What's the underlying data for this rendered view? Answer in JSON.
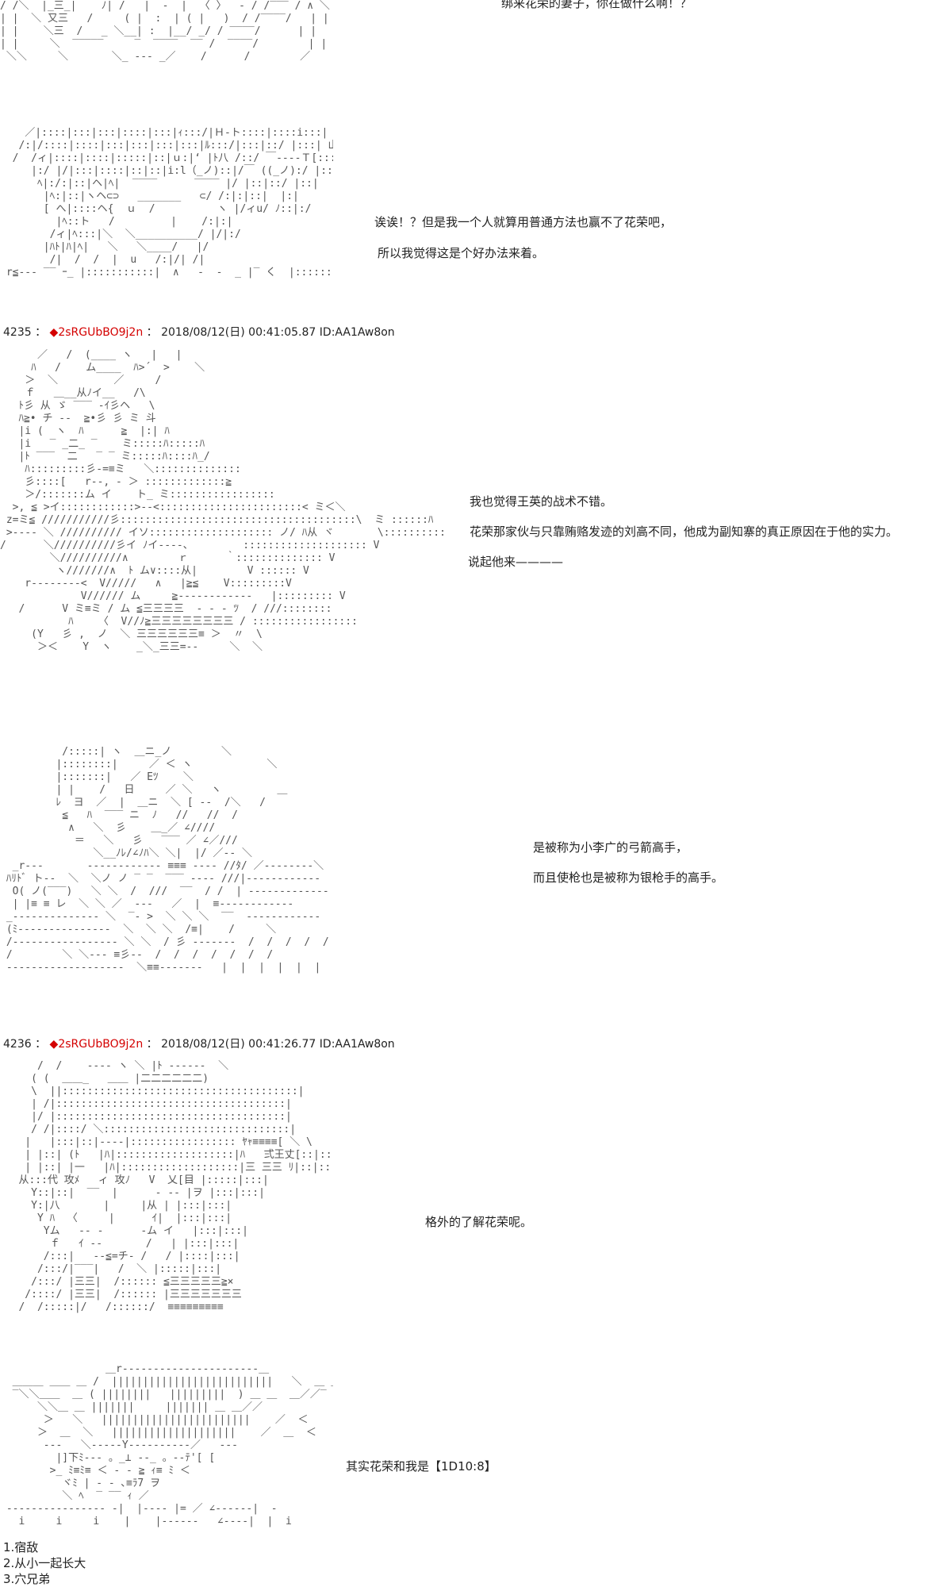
{
  "posts": [
    {
      "number": "4235",
      "separator": "：",
      "marker": "◆",
      "trip": "2sRGUbBO9j2n",
      "separator2": "：",
      "datetime": "2018/08/12(日) 00:41:05.87",
      "id": "ID:AA1Aw8on"
    },
    {
      "number": "4236",
      "separator": "：",
      "marker": "◆",
      "trip": "2sRGUbBO9j2n",
      "separator2": "：",
      "datetime": "2018/08/12(日) 00:41:26.77",
      "id": "ID:AA1Aw8on"
    }
  ],
  "dialogue": {
    "top": "绑来花荣的妻子，你在做什么啊！？",
    "l1": "诶诶！？但是我一个人就算用普通方法也赢不了花荣吧，",
    "l2": "所以我觉得这是个好办法来着。",
    "l3": "我也觉得王英的战术不错。",
    "l4": "花荣那家伙与只靠贿赂发迹的刘高不同，他成为副知寨的真正原因在于他的实力。",
    "l5": "说起他来————",
    "l6": "是被称为小李广的弓箭高手，",
    "l7": "而且使枪也是被称为银枪手的高手。",
    "l8": "格外的了解花荣呢。",
    "l9": "其实花荣和我是【1D10:8】"
  },
  "options": [
    "1.宿敌",
    "2.从小一起长大",
    "3.穴兄弟"
  ],
  "art": {
    "a1": "/ 〈   |三|      |   |  ム ‐‐|    Ｖ |   |   〈  |‾‾‾‾ / ム\n/ /＼  |_三_|    ﾉ| /   |  ‐  |  〈 〉  ‐ / /‾‾‾ / ∧ ＼\n| |  ＼ 又三   /     ( |  :  | ( |   )  / /‾‾‾‾/   | |\n| |    ＼三  /   _ ＼__| :  |__/ _/ / ‾‾‾‾/      | |\n| |     ＼  ‾‾‾‾‾     ‾  ‾‾‾‾  ‾‾ /  ‾‾‾‾/        | |\n ＼＼     ＼       ＼_ ‐‐‐ _／    /      /        ／",
    "a2": "    ／|::::|:::|:::|::::|:::|ｨ:::/|Ｈ‐ト::::|::::i:::| く ＼ ヽ\n   /:|/::::|::::|:::|:::|:::|:::|ﾙ:::/|:::|::/ |:::| 山:::::|:::| ヽ へ ヽ\n  /  /ィ|::::|::::|:::::|::|ｕ:|‘ |ﾄ八 /::/ ￣‐‐‐‐Ｔ[::::::i::::|:ト:::| く\n     |:/ |/|:::|::::|::|::|i:l（_ノ)::|/￣ ((_ノ):/ |::|:::|/ |::|\n      ﾍ|:/:|::|ヘ|ﾍ|  ‾‾‾‾      ‾‾‾‾ |/ |::|::/ |::|\n       |ﾍ:|::|ヽヘ⊂⊃   _______   ⊂/ /:|:|::|  |:|\n       [ へ|::::ヘ{  ｕ  /          ヽ |/ィu/ ﾉ::|:/\n         |ﾍ::ト   /         |    /:|:|\n        /ィ|ﾍ:::|＼  ＼__________/ |/|:/\n       |ﾊﾄ|ﾊ|ﾍ|   ＼   ＼____/   |/\n        /|  /  /  |  u   /:|/| /|\n r≦‐‐‐ ‾‾ ｰ_ |:::::::::::|  ∧   ‐  ‐  _ |‾ く  |:::::::::‾‾‾‾ ヽ",
    "a3": "      ／   /  (____ ヽ   |   |\n     ﾊ   /    ム____  ﾊ>´  >    ＼\n    ＞  ＼         ／     /\n    ｆ   ＿__从ﾉイ__   /\\\n   ﾄ彡 从 ゞ ‾‾‾ ‐ｲ彡ヘ   \\\n   ﾊ≧• チ ‐‐  ≧•彡 彡 ミ 斗\n   |i (  ヽ  ﾊ      ≧  |:| ﾊ\n   |i   ‾ _二_ ‾    ミ:::::ﾊ:::::ﾊ\n   |ﾄ ‾‾‾  二   ‾ ‾ ミ:::::ﾊ::::ﾊ_/\n    ﾊ:::::::::彡‐=≡ミ   ＼::::::::::::::\n    彡::::[   r‐‐, ‐ ＞ :::::::::::::≧\n    ＞/:::::::ム イ    ト_ ミ:::::::::::::::::\n  >, ≦ >イ::::::::::::>‐‐<:::::::::::::::::::::::< ミ＜＼\n z=ミ≦ ///////////彡::::::::::::::::::::::::::::::::::::::\\  ミ ::::::ﾊ\n >‐‐‐‐ ＼ ////////// イソ:::::::::::::::::::: ノ/ ﾊ从 ヾ       \\:::::::::::::ヽ\n/      ＼//////////彡イ ﾉイ‐‐‐‐、        :::::::::::::::::::: V\n        ＼//////////∧        ｒ      ｀:::::::::::::: V\n         ヽ///////∧  ﾄ ム∨::::从|        V :::::: V\n    r‐‐‐‐‐‐‐‐<  V/////   ∧   |≧≦    V:::::::::V\n             V////// ム     ≧‐‐‐‐‐‐‐‐‐‐‐‐   |::::::::: V\n   /      V ミ≡ミ / ム ≦三三三三  ‐ ‐ ‐ ﾂ  / ///::::::::\n           ﾊ    〈  V//ﾉ≧三三三三三三三三 / :::::::::::::::::\n     (Y   彡 ,  ノ  ＼ 三三三三三三≡ ＞  〃  \\\n      ＞＜    Y  ヽ    _＼_三三=‐‐     ＼  ＼",
    "a4": "          /:::::| ヽ  ＿ニ_ノ        ＼\n         |::::::::|     ／ ＜ ヽ            ＼\n         |:::::::|   ／ Eﾂ    ＼\n         | |    /   日     ／ ＼   ヽ         ＿\n         ﾚ  ヨ  ／  |  ＿ニ  ＼ [ ‐‐  /＼   /\n          ≦   ﾊ  ‾‾‾ ニ  ﾉ   //   //  /\n           ∧   ＼  彡    ＿_／ ∠////\n            ＝   ＼   彡   ‾‾‾ ／ ∠／///\n               ＼__ﾉﾚ/∠ﾉﾊ＼ ＼|  |/ ／‐‐ ＼\n  _r‐‐‐       ‐‐‐‐‐‐‐‐‐‐‐‐ ≡≡≡ ‐‐‐‐ //ﾀ/ ／‐‐‐‐‐‐‐‐＼\n ﾊﾘﾄﾞ ト‐‐  ＼  ＼ノ ノ ‾ ‾  ‾‾‾ ‐‐‐‐ ///|‐‐‐‐‐‐‐‐‐‐‐‐\n  O( ノ(‾‾‾)   ＼ ＼  /  ///  ‾‾  / /  | ‐‐‐‐‐‐‐‐‐‐‐‐‐\n  | |≡ ≡ レ  ＼ ＼ ／  ‐‐‐   ／  |  ≡‐‐‐‐‐‐‐‐‐‐‐‐\n _‐‐‐‐‐‐‐‐‐‐‐‐‐‐ ＼  ‾‐ >  ＼ ＼ ＼  ‾‾  ‐‐‐‐‐‐‐‐‐‐‐‐\n (ﾐ‐‐‐‐‐‐‐‐‐‐‐‐‐‐‐  ＼  ＼ ＼  /≡|    /     ＼\n /‐‐‐‐‐‐‐‐‐‐‐‐‐‐‐‐‐ ＼ ＼  / 彡 ‐‐‐‐‐‐‐  /  /  /  /  /\n /        ＼ ＼‐‐‐ ≡彡‐‐  /  /  /  /  /  /  /\n ‐‐‐‐‐‐‐‐‐‐‐‐‐‐‐‐‐‐‐  ＼≡≡‐‐‐‐‐‐‐   |  |  |  |  |  |",
    "a5": "      /  /    ‐‐‐‐ ヽ ＼ |ﾄ ‐‐‐‐‐‐  ＼\n     ( (  ＿＿_   ＿＿ |二二二二二二)\n     \\  ||::::::::::::::::::::::::::::::::::::::|\n     | /|:::::::::::::::::::::::::::::::::::::|\n     |/ |:::::::::::::::::::::::::::::::::::::|\n     / /|::::/ ＼::::::::::::::::::::::::::::::|\n    |   |:::|::|‐‐‐‐|::::::::::::::::: ﾔｬ≡≡≡≡[ ＼ \\\n    | |::| (ﾄ   |ﾊ|:::::::::::::::::::|ﾊ   弍王丈[::|::|\n    | |::| |一   |ﾊ|:::::::::::::::::::|三 三三 ﾘ|::|::|\n   从:::代 攻ﾒ   ィ 攻ﾉ   V  乂[目 |:::::|:::|\n     Y::|::|  ‾‾  |      ‐ ‐‐ |ヲ |:::|:::|\n     Y:|八       |     |从 | |:::|:::|\n      Y ﾊ  〈     |      ｲ|  |:::|:::|\n       Yム   ‐‐ ‐      ‐ム イ   |:::|:::|\n        ｆ   ｲ ‐‐       /   | |:::|:::|\n       /:::|   ‐‐≦=チ‐ /   / |::::|:::|\n      /:::/|‾‾‾|   /  ＼ |:::::|:::|\n     /:::/ |三三|  /:::::: ≦三三三三三≧×\n    /::::/ |三三|  /:::::: |三三三三三三三\n   /  /:::::|/   /::::::/  ≡≡≡≡≡≡≡≡≡",
    "a6": "                 ＿r‐‐‐‐‐‐‐‐‐‐‐‐‐‐‐‐‐‐‐‐‐‐＿\n  ＿＿＿ ＿＿ ＿ /  ||||||||||||||||||||||||||   ＼  ＿ ＿＿＿＿＿\n  ‾＼＼＿＿  ＿ ( ||||||||   |||||||||  ) ＿ ＿  ＿／／‾\n      ＼＼＿ ＿ |||||||     ||||||| ＿ ＿／／\n       ＞   ＼   ||||||||||||||||||||||||    ／  ＜\n      ＞  ＿  ＼   ||||||||||||||||||||    ／  ＿  ＜\n       ‐‐‐   ＼‐‐‐‐‐Y‐‐‐‐‐‐‐‐‐‐／   ‐‐‐\n         |]下ﾐ‐‐‐ 。_⊥ ‐‐_ 。‐‐ﾃ'[ [\n        >_ ﾐ≡ﾐ≡ ＜ ‐ ‐ ≧ ｨ≡ ﾐ ＜\n          ヾﾐ | ‐ ‐ ､≡ﾗ7 ヲ\n          ＼ ﾍ  ‾ ‾‾ ｨ ／\n ‐‐‐‐‐‐‐‐‐‐‐‐‐‐‐‐ ‐|  |‐‐‐‐ |= ／ ∠‐‐‐‐‐‐|  ‐\n   i     i     i    |    |‐‐‐‐‐‐   ∠‐‐‐‐|  |  i"
  }
}
